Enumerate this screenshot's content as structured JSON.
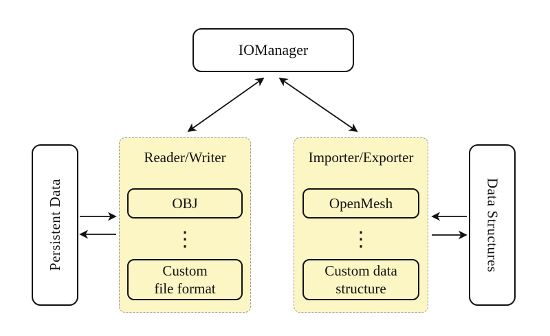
{
  "colors": {
    "canvas_background": "#ffffff",
    "container_fill": "#fbf6c4",
    "container_border": "#979797",
    "node_border": "#111111",
    "node_fill": "#ffffff",
    "arrow": "#111111",
    "text": "#111111"
  },
  "nodes": {
    "iomanager": {
      "label": "IOManager"
    },
    "persistent_data": {
      "label": "Persistent Data"
    },
    "data_structures": {
      "label": "Data Structures"
    },
    "reader_writer": {
      "title": "Reader/Writer",
      "items": [
        {
          "label": "OBJ"
        },
        {
          "label": "Custom\nfile format"
        }
      ],
      "ellipsis": "⋮"
    },
    "importer_exporter": {
      "title": "Importer/Exporter",
      "items": [
        {
          "label": "OpenMesh"
        },
        {
          "label": "Custom data\nstructure"
        }
      ],
      "ellipsis": "⋮"
    }
  },
  "connections": [
    {
      "from": "IOManager",
      "to": "Reader/Writer",
      "bidirectional": true
    },
    {
      "from": "IOManager",
      "to": "Importer/Exporter",
      "bidirectional": true
    },
    {
      "from": "Persistent Data",
      "to": "Reader/Writer",
      "bidirectional": false
    },
    {
      "from": "Reader/Writer",
      "to": "Persistent Data",
      "bidirectional": false
    },
    {
      "from": "Data Structures",
      "to": "Importer/Exporter",
      "bidirectional": false
    },
    {
      "from": "Importer/Exporter",
      "to": "Data Structures",
      "bidirectional": false
    }
  ]
}
